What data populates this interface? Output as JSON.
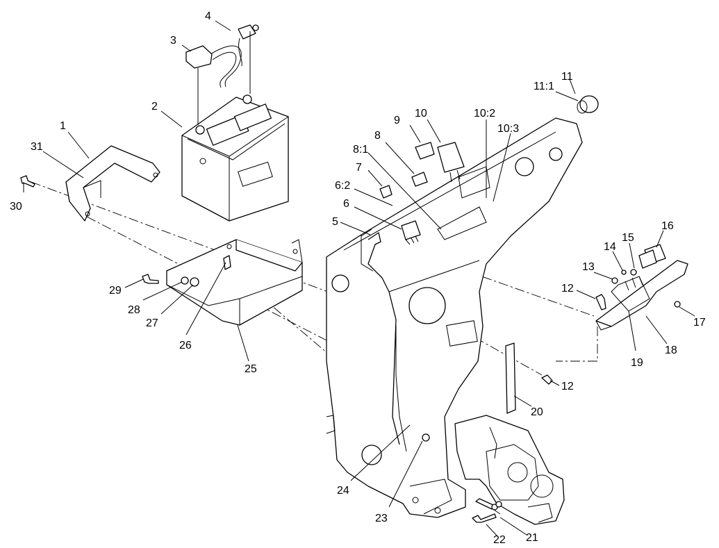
{
  "callouts": [
    {
      "id": "c1",
      "label": "1"
    },
    {
      "id": "c2",
      "label": "2"
    },
    {
      "id": "c3",
      "label": "3"
    },
    {
      "id": "c4",
      "label": "4"
    },
    {
      "id": "c5",
      "label": "5"
    },
    {
      "id": "c6",
      "label": "6"
    },
    {
      "id": "c6-2",
      "label": "6:2"
    },
    {
      "id": "c7",
      "label": "7"
    },
    {
      "id": "c8",
      "label": "8"
    },
    {
      "id": "c8-1",
      "label": "8:1"
    },
    {
      "id": "c9",
      "label": "9"
    },
    {
      "id": "c10",
      "label": "10"
    },
    {
      "id": "c10-2",
      "label": "10:2"
    },
    {
      "id": "c10-3",
      "label": "10:3"
    },
    {
      "id": "c11",
      "label": "11"
    },
    {
      "id": "c11-1",
      "label": "11:1"
    },
    {
      "id": "c12a",
      "label": "12"
    },
    {
      "id": "c12b",
      "label": "12"
    },
    {
      "id": "c13",
      "label": "13"
    },
    {
      "id": "c14",
      "label": "14"
    },
    {
      "id": "c15",
      "label": "15"
    },
    {
      "id": "c16",
      "label": "16"
    },
    {
      "id": "c17",
      "label": "17"
    },
    {
      "id": "c18",
      "label": "18"
    },
    {
      "id": "c19",
      "label": "19"
    },
    {
      "id": "c20",
      "label": "20"
    },
    {
      "id": "c21",
      "label": "21"
    },
    {
      "id": "c22",
      "label": "22"
    },
    {
      "id": "c23",
      "label": "23"
    },
    {
      "id": "c24",
      "label": "24"
    },
    {
      "id": "c25",
      "label": "25"
    },
    {
      "id": "c26",
      "label": "26"
    },
    {
      "id": "c27",
      "label": "27"
    },
    {
      "id": "c28",
      "label": "28"
    },
    {
      "id": "c29",
      "label": "29"
    },
    {
      "id": "c30",
      "label": "30"
    },
    {
      "id": "c31",
      "label": "31"
    }
  ]
}
